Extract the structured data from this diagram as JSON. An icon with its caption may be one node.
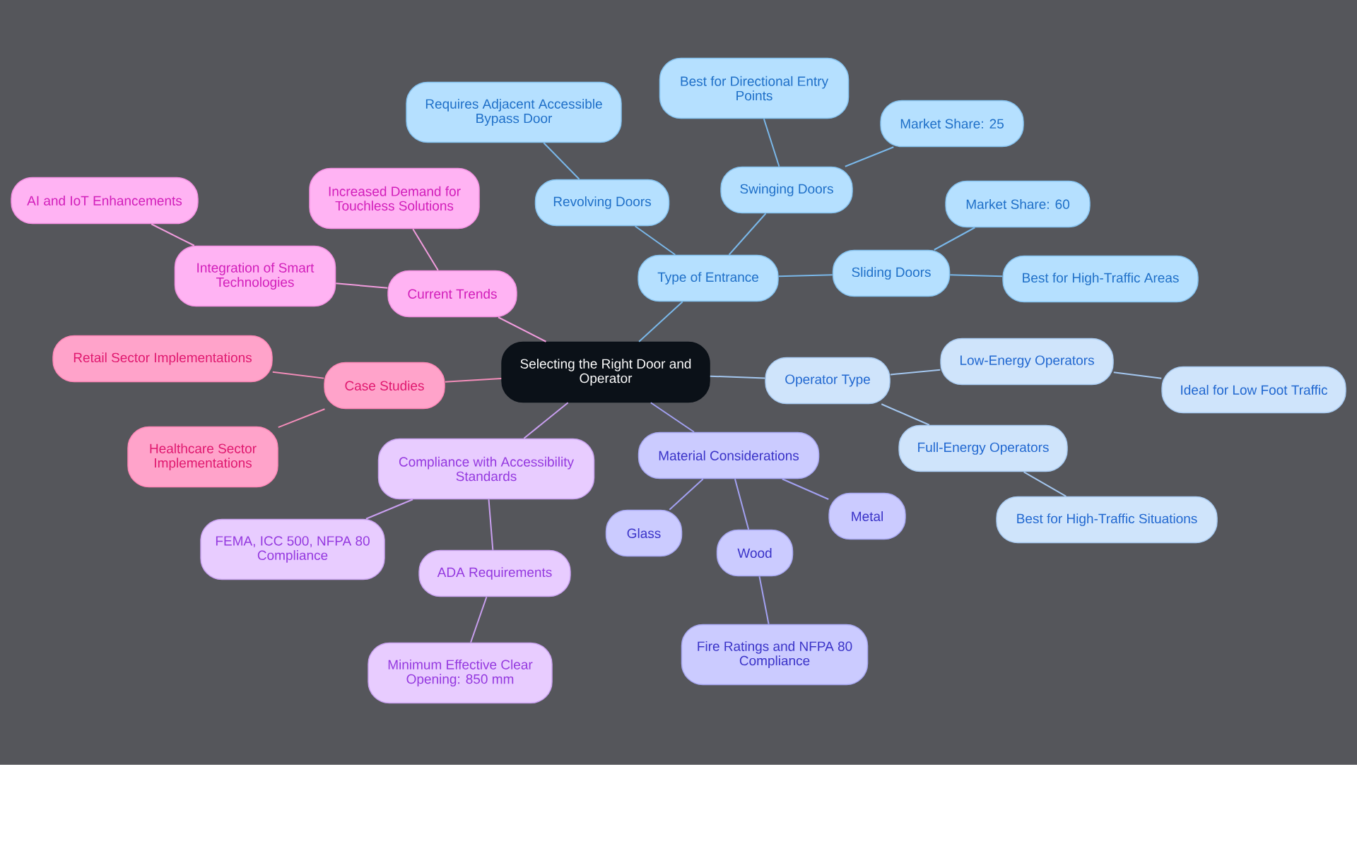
{
  "diagram": {
    "nodes": [
      {
        "text": [
          "Selecting the Right Door and Operator"
        ]
      },
      {
        "text": [
          "Type of Entrance"
        ]
      },
      {
        "text": [
          "Revolving Doors"
        ]
      },
      {
        "text": [
          "Requires Adjacent Accessible Bypass Door"
        ]
      },
      {
        "text": [
          "Swinging Doors"
        ]
      },
      {
        "text": [
          "Best for Directional Entry Points"
        ]
      },
      {
        "text": [
          "Market Share: 25"
        ]
      },
      {
        "text": [
          "Sliding Doors"
        ]
      },
      {
        "text": [
          "Market Share: 60"
        ]
      },
      {
        "text": [
          "Best for High-Traffic Areas"
        ]
      },
      {
        "text": [
          "Operator Type"
        ]
      },
      {
        "text": [
          "Low-Energy Operators"
        ]
      },
      {
        "text": [
          "Ideal for Low Foot Traffic"
        ]
      },
      {
        "text": [
          "Full-Energy Operators"
        ]
      },
      {
        "text": [
          "Best for High-Traffic Situations"
        ]
      },
      {
        "text": [
          "Material Considerations"
        ]
      },
      {
        "text": [
          "Glass"
        ]
      },
      {
        "text": [
          "Wood"
        ]
      },
      {
        "text": [
          "Fire Ratings and NFPA 80 Compliance"
        ]
      },
      {
        "text": [
          "Metal"
        ]
      },
      {
        "text": [
          "Compliance with Accessibility Standards"
        ]
      },
      {
        "text": [
          "FEMA, ICC 500, NFPA 80 Compliance"
        ]
      },
      {
        "text": [
          "ADA Requirements"
        ]
      },
      {
        "text": [
          "Minimum Effective Clear Opening: 850 mm"
        ]
      },
      {
        "text": [
          "Case Studies"
        ]
      },
      {
        "text": [
          "Retail Sector Implementations"
        ]
      },
      {
        "text": [
          "Healthcare Sector Implementations"
        ]
      },
      {
        "text": [
          "Current Trends"
        ]
      },
      {
        "text": [
          "Increased Demand for Touchless Solutions"
        ]
      },
      {
        "text": [
          "Integration of Smart Technologies"
        ]
      },
      {
        "text": [
          "AI and IoT Enhancements"
        ]
      }
    ],
    "edges": [
      {
        "from": 0,
        "to": 1,
        "arrow": "none"
      },
      {
        "from": 1,
        "to": 2,
        "arrow": "none"
      },
      {
        "from": 2,
        "to": 3,
        "arrow": "none"
      },
      {
        "from": 1,
        "to": 4,
        "arrow": "none"
      },
      {
        "from": 4,
        "to": 5,
        "arrow": "none"
      },
      {
        "from": 4,
        "to": 6,
        "arrow": "none"
      },
      {
        "from": 1,
        "to": 7,
        "arrow": "none"
      },
      {
        "from": 7,
        "to": 8,
        "arrow": "none"
      },
      {
        "from": 7,
        "to": 9,
        "arrow": "none"
      },
      {
        "from": 0,
        "to": 10,
        "arrow": "none",
        "color": "#a4c7f0"
      },
      {
        "from": 10,
        "to": 11,
        "arrow": "none",
        "color": "#a4c7f0"
      },
      {
        "from": 11,
        "to": 12,
        "arrow": "none",
        "color": "#a4c7f0"
      },
      {
        "from": 10,
        "to": 13,
        "arrow": "none",
        "color": "#a4c7f0"
      },
      {
        "from": 13,
        "to": 14,
        "arrow": "none",
        "color": "#a4c7f0"
      },
      {
        "from": 0,
        "to": 15,
        "arrow": "none",
        "color": "#a3a1f2"
      },
      {
        "from": 15,
        "to": 16,
        "arrow": "none",
        "color": "#a3a1f2"
      },
      {
        "from": 15,
        "to": 17,
        "arrow": "none",
        "color": "#a3a1f2"
      },
      {
        "from": 17,
        "to": 18,
        "arrow": "none",
        "color": "#a3a1f2"
      },
      {
        "from": 15,
        "to": 19,
        "arrow": "none",
        "color": "#a3a1f2"
      },
      {
        "from": 0,
        "to": 20,
        "arrow": "none",
        "color": "#c99ff0"
      },
      {
        "from": 20,
        "to": 21,
        "arrow": "none",
        "color": "#c99ff0"
      },
      {
        "from": 20,
        "to": 22,
        "arrow": "none",
        "color": "#c99ff0"
      },
      {
        "from": 22,
        "to": 23,
        "arrow": "none",
        "color": "#c99ff0"
      },
      {
        "from": 0,
        "to": 24,
        "arrow": "none",
        "color": "#f48dba"
      },
      {
        "from": 24,
        "to": 25,
        "arrow": "none",
        "color": "#f48dba"
      },
      {
        "from": 24,
        "to": 26,
        "arrow": "none",
        "color": "#f48dba"
      },
      {
        "from": 0,
        "to": 27,
        "arrow": "none",
        "color": "#f29cde"
      },
      {
        "from": 27,
        "to": 28,
        "arrow": "none",
        "color": "#f29cde"
      },
      {
        "from": 27,
        "to": 29,
        "arrow": "none",
        "color": "#f29cde"
      },
      {
        "from": 29,
        "to": 30,
        "arrow": "none",
        "color": "#f29cde"
      }
    ]
  }
}
